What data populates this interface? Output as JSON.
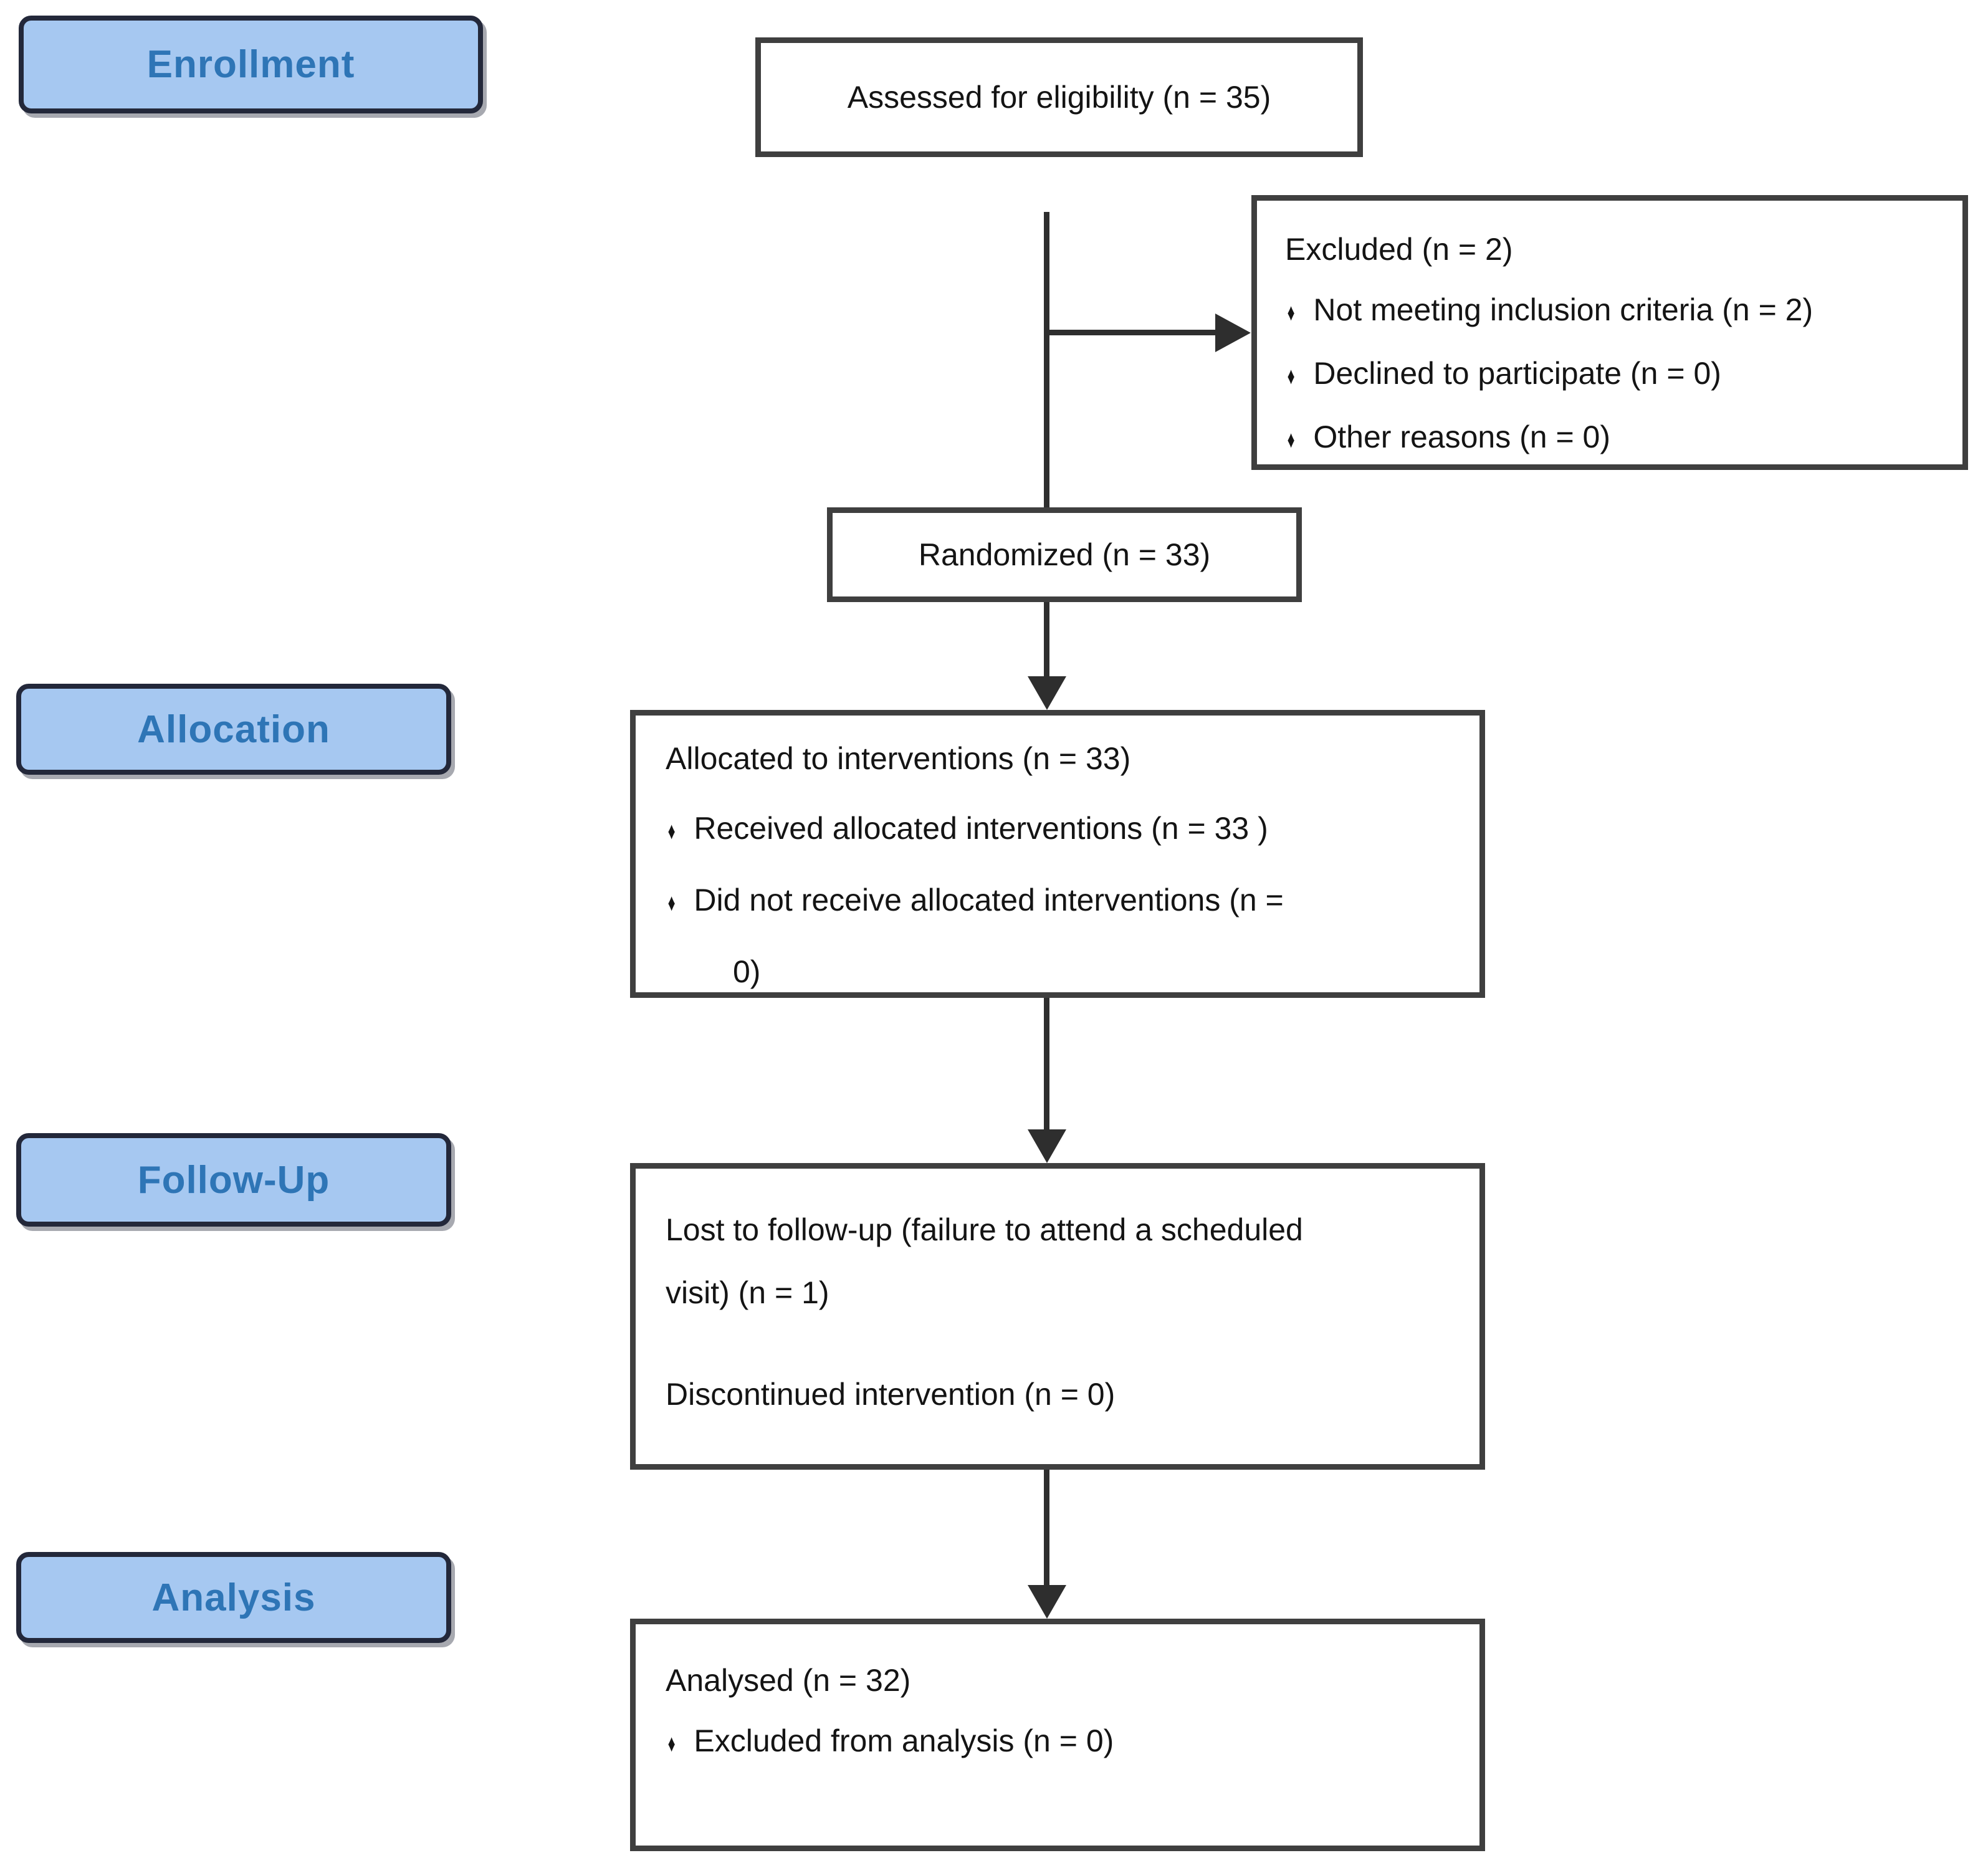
{
  "figure": {
    "stages": [
      {
        "id": "enrollment",
        "label": "Enrollment"
      },
      {
        "id": "allocation",
        "label": "Allocation"
      },
      {
        "id": "followup",
        "label": "Follow-Up"
      },
      {
        "id": "analysis",
        "label": "Analysis"
      }
    ],
    "glyphs": {
      "bullet": "♦"
    },
    "colors": {
      "stage_fill": "#A6C8F1",
      "stage_text": "#2E75B6",
      "stage_border": "#23283A",
      "box_border": "#3F3F3F",
      "box_text": "#141414",
      "arrow": "#2E2E2E",
      "background": "#FFFFFF"
    },
    "boxes": {
      "assessed": {
        "text": "Assessed for eligibility (n = 35)"
      },
      "excluded": {
        "title": "Excluded (n = 2)",
        "bullets": [
          "Not meeting inclusion criteria (n = 2)",
          "Declined to participate (n = 0)",
          "Other reasons (n = 0)"
        ]
      },
      "randomized": {
        "text": "Randomized (n = 33)"
      },
      "allocated": {
        "title": "Allocated to interventions (n = 33)",
        "bullets": [
          {
            "lines": [
              "Received allocated interventions (n = 33 )"
            ]
          },
          {
            "lines": [
              "Did not receive allocated interventions (n =",
              "0)"
            ]
          }
        ]
      },
      "followup": {
        "paragraph1_lines": [
          "Lost to follow-up (failure to attend a scheduled",
          "visit) (n = 1)"
        ],
        "paragraph2": "Discontinued intervention (n = 0)"
      },
      "analysed": {
        "title": "Analysed (n = 32)",
        "bullets": [
          "Excluded from analysis (n = 0)"
        ]
      }
    }
  }
}
